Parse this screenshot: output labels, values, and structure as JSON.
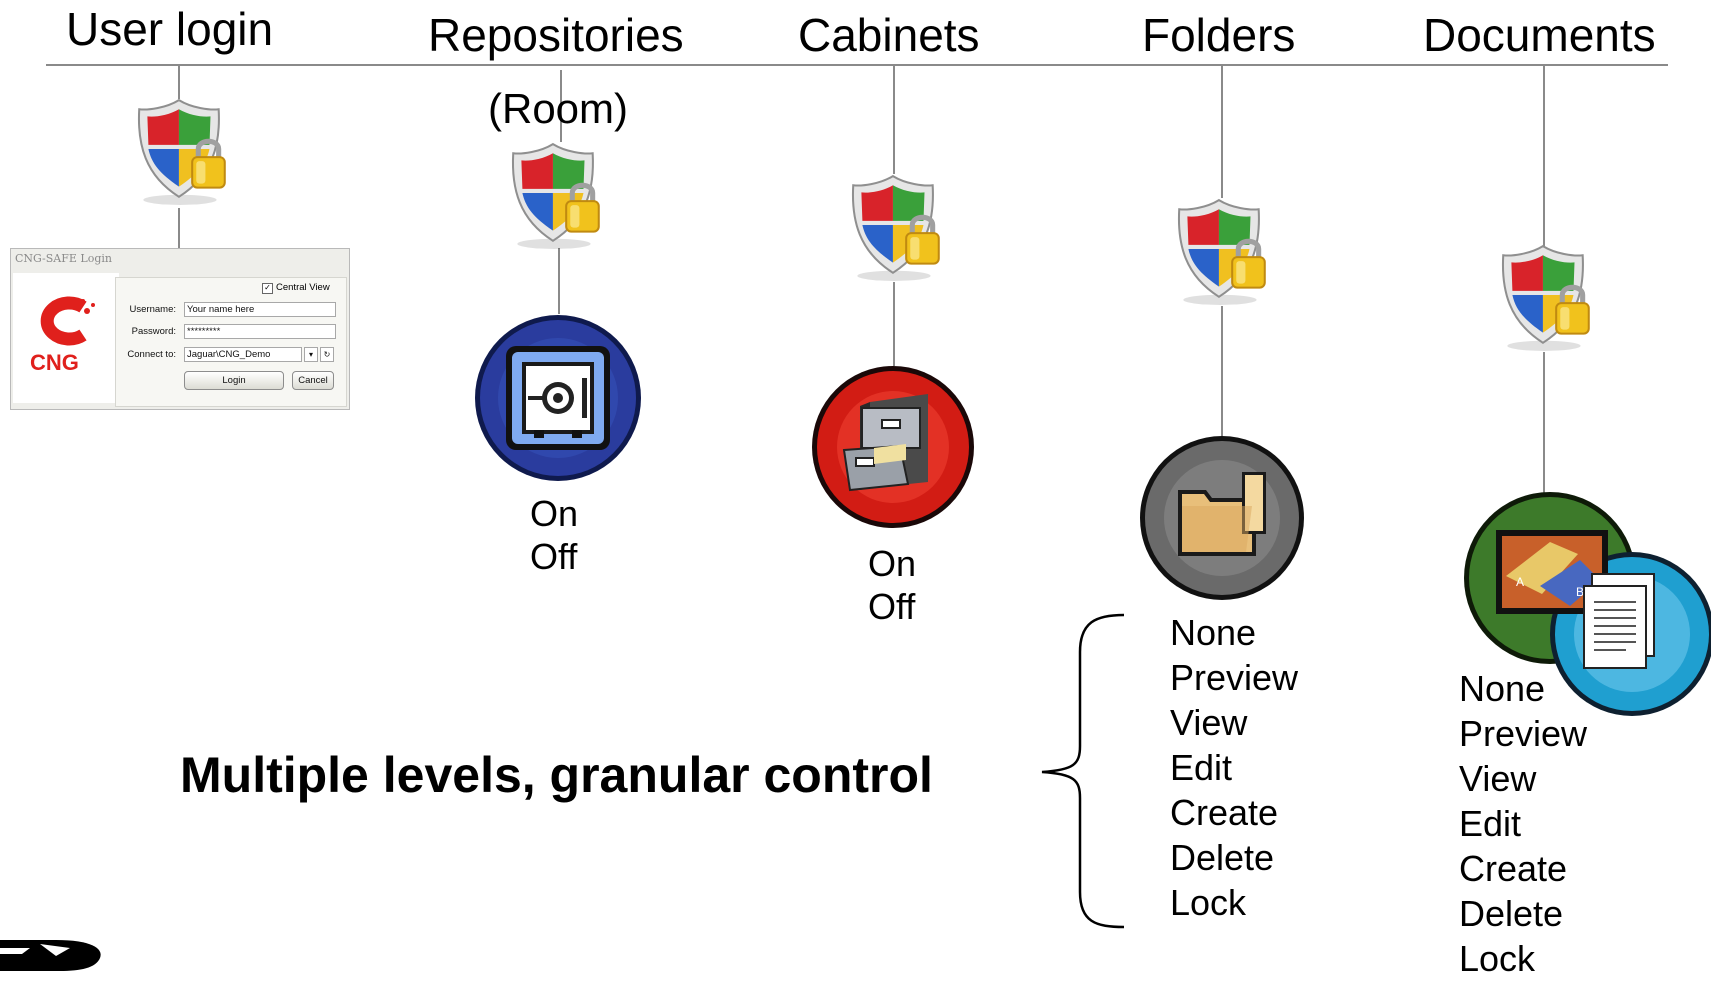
{
  "headers": {
    "user_login": "User login",
    "repositories": "Repositories",
    "repositories_sub": "(Room)",
    "cabinets": "Cabinets",
    "folders": "Folders",
    "documents": "Documents"
  },
  "login_dialog": {
    "title": "CNG-SAFE Login",
    "brand": "CNG",
    "central_view_label": "Central View",
    "central_view_checked": true,
    "username_label": "Username:",
    "username_value": "Your name here",
    "password_label": "Password:",
    "password_value": "*********",
    "connect_label": "Connect to:",
    "connect_value": "Jaguar\\CNG_Demo",
    "login_button": "Login",
    "cancel_button": "Cancel"
  },
  "repositories": {
    "on": "On",
    "off": "Off"
  },
  "cabinets": {
    "on": "On",
    "off": "Off"
  },
  "folders": {
    "permissions": [
      "None",
      "Preview",
      "View",
      "Edit",
      "Create",
      "Delete",
      "Lock"
    ]
  },
  "documents": {
    "permissions": [
      "None",
      "Preview",
      "View",
      "Edit",
      "Create",
      "Delete",
      "Lock"
    ]
  },
  "tagline": "Multiple levels, granular control",
  "colors": {
    "line": "#8a8a8a",
    "repository_icon": "#2a3c9e",
    "cabinet_icon": "#d21c14",
    "folder_icon": "#555555",
    "document_icon_green": "#3d7a2a",
    "document_icon_blue": "#1f9fd0",
    "shield_red": "#d8232a",
    "shield_green": "#3aa03a",
    "shield_blue": "#2a62c9",
    "shield_yellow": "#f0c020",
    "cng_red": "#e0201c"
  },
  "icons": [
    "shield-lock-icon",
    "safe-icon",
    "file-cabinet-icon",
    "folder-icon",
    "documents-icon",
    "corner-logo-icon"
  ]
}
